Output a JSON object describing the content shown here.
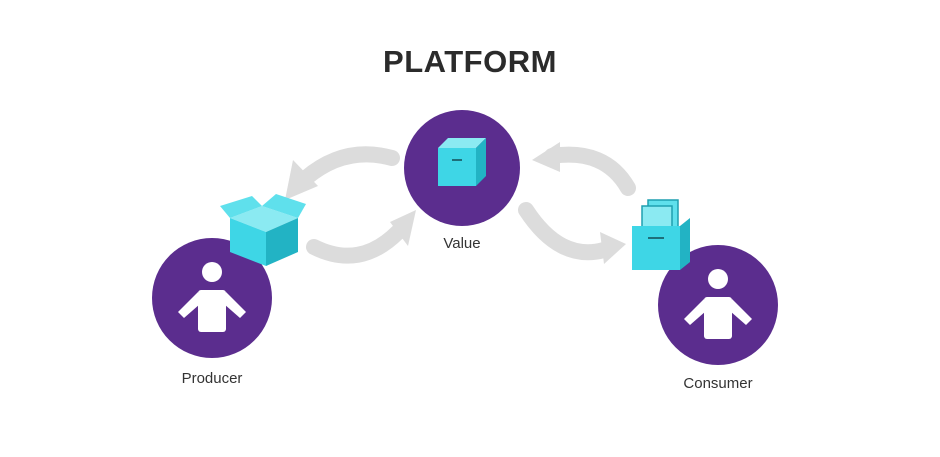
{
  "title": "PLATFORM",
  "nodes": {
    "value": {
      "label": "Value"
    },
    "producer": {
      "label": "Producer"
    },
    "consumer": {
      "label": "Consumer"
    }
  },
  "colors": {
    "node_fill": "#5b2d8e",
    "box_fill": "#3ed6e6",
    "box_edge": "#1e9fb0",
    "arrow": "#dcdcdc",
    "person": "#ffffff"
  },
  "icons": {
    "value": "box-icon",
    "producer": "person-icon",
    "consumer": "person-icon",
    "producer_box": "open-box-icon",
    "consumer_box": "file-cabinet-icon"
  }
}
